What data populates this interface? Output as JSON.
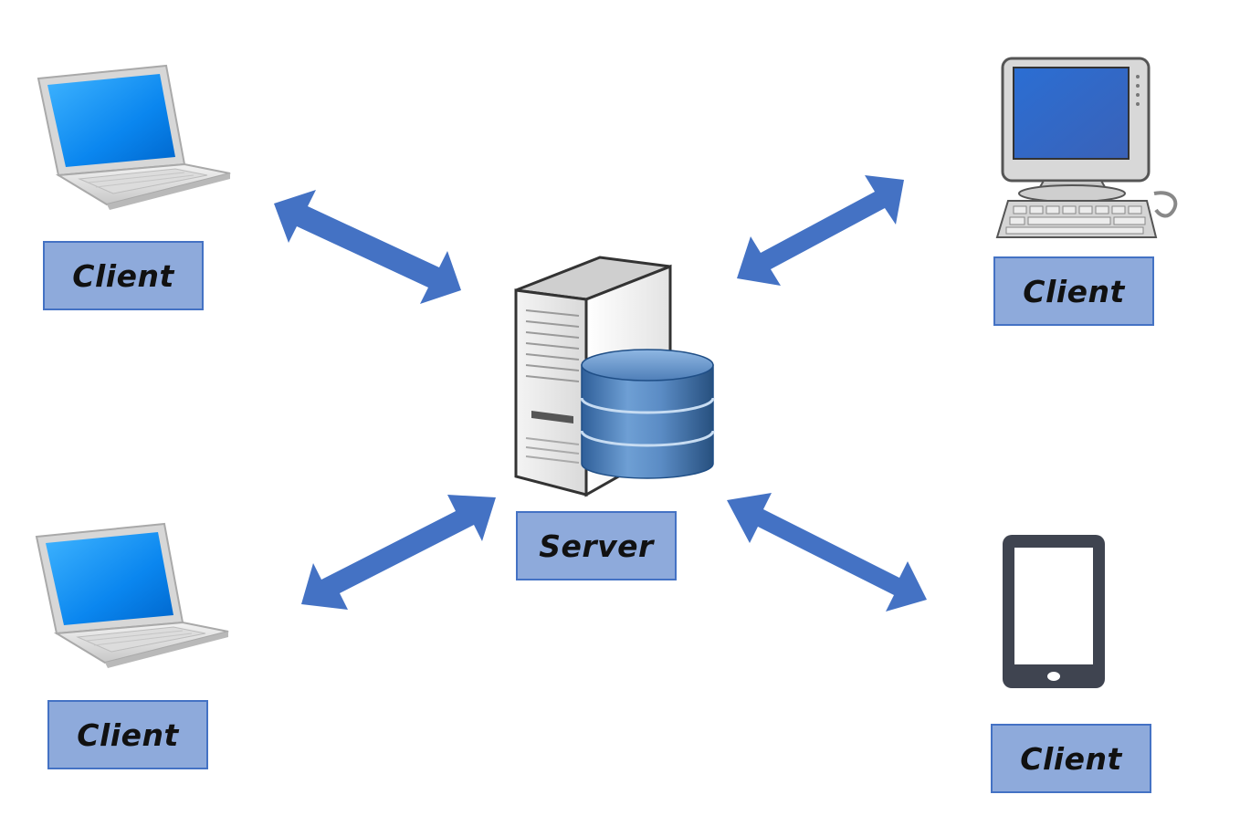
{
  "diagram": {
    "nodes": [
      {
        "id": "client-laptop-top",
        "label": "Client",
        "icon": "laptop-icon"
      },
      {
        "id": "client-desktop",
        "label": "Client",
        "icon": "desktop-computer-icon"
      },
      {
        "id": "server",
        "label": "Server",
        "icon": "server-database-icon"
      },
      {
        "id": "client-laptop-bottom",
        "label": "Client",
        "icon": "laptop-icon"
      },
      {
        "id": "client-tablet",
        "label": "Client",
        "icon": "tablet-icon"
      }
    ],
    "edges": [
      {
        "from": "client-laptop-top",
        "to": "server",
        "direction": "both"
      },
      {
        "from": "client-desktop",
        "to": "server",
        "direction": "both"
      },
      {
        "from": "client-laptop-bottom",
        "to": "server",
        "direction": "both"
      },
      {
        "from": "client-tablet",
        "to": "server",
        "direction": "both"
      }
    ]
  },
  "colors": {
    "arrow": "#4472c4",
    "label_fill": "#8eaadb",
    "label_border": "#4472c4",
    "screen_blue": "#1e90ff",
    "database_blue": "#4a7bb7",
    "tablet_gray": "#3f4450"
  }
}
